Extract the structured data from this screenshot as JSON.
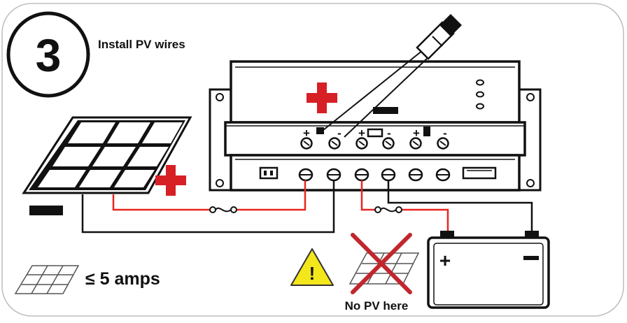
{
  "step": {
    "number": "3",
    "title": "Install PV wires"
  },
  "controller": {
    "terminal_symbols": [
      "+",
      "-",
      "+",
      "-",
      "+",
      "-"
    ],
    "indicator_count": 3
  },
  "polarity": {
    "pv_positive": "+",
    "pv_negative": "—",
    "battery_positive": "+",
    "battery_negative": "—"
  },
  "legend": {
    "rating_label": "≤ 5 amps"
  },
  "warning": {
    "label": "No PV here",
    "icon_glyph": "!"
  },
  "colors": {
    "red_wire": "#e8261f",
    "black_wire": "#111111",
    "warning_yellow": "#f3e61a",
    "cross_red": "#c0272d",
    "plus_red": "#d71f26"
  },
  "icons": [
    "screwdriver-icon",
    "warning-icon",
    "solar-panel-icon",
    "battery-icon",
    "fuse-icon",
    "cross-icon"
  ]
}
